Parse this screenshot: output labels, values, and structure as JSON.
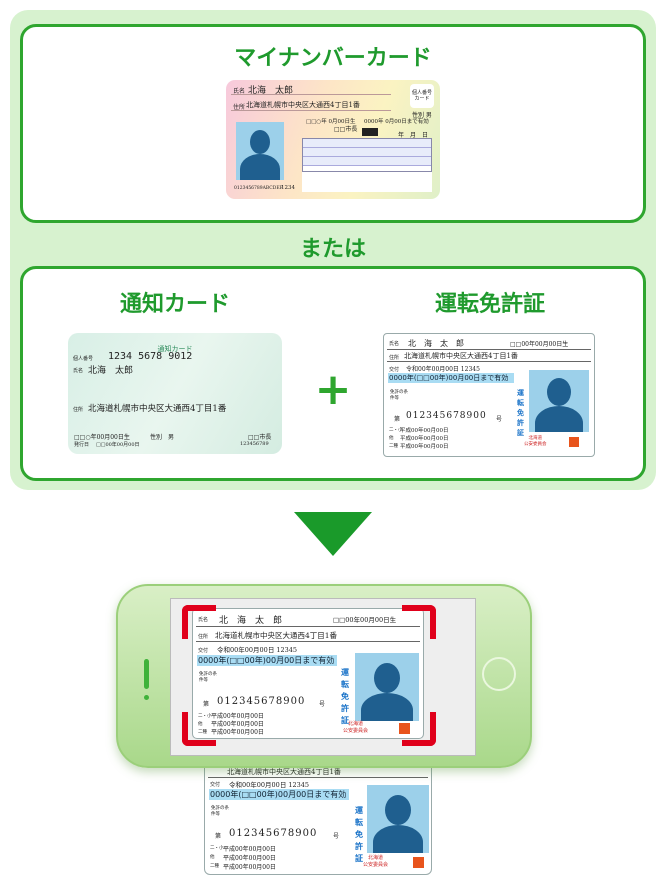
{
  "headings": {
    "mynumber": "マイナンバーカード",
    "or": "または",
    "notify": "通知カード",
    "license": "運転免許証",
    "plus": "+"
  },
  "mynumber_card": {
    "name_label": "氏名",
    "name": "北海　太郎",
    "addr_label": "住所",
    "address": "北海道札幌市中央区大通西4丁目1番",
    "birth": "□□○年 0月00日生",
    "valid": "0000年 0月00日まで有効",
    "sex": "性別 男",
    "city": "□□市長",
    "card_type": "個人番号\nカード",
    "ymd": "年　月　日",
    "code": "0123456789ABCDEF",
    "pin": "1234"
  },
  "notify_card": {
    "title": "通知カード",
    "num_label": "個人番号",
    "number": "1234  5678  9012",
    "name_label": "氏名",
    "name": "北海　太郎",
    "addr_label": "住所",
    "address": "北海道札幌市中央区大通西4丁目1番",
    "birth": "□□○年00月00日生",
    "sex_label": "性別",
    "sex": "男",
    "issue_label": "発行日",
    "issue": "□□00年00月00日",
    "city": "□□市長",
    "serial": "123456789"
  },
  "license_card": {
    "name_label": "氏名",
    "name": "北　海　太　郎",
    "birth": "□□00年00月00日生",
    "addr_label": "住所",
    "address": "北海道札幌市中央区大通西4丁目1番",
    "issue_label": "交付",
    "issue": "令和00年00月00日 12345",
    "valid": "0000年(□□00年)00月00日まで有効",
    "cond_label": "免許の条件等",
    "num_label": "第",
    "number": "012345678900",
    "num_suffix": "号",
    "side_text": "運転免許証",
    "authority": "北海道\n公安委員会",
    "hist1": "二・小",
    "hist2": "他",
    "hist3": "二種",
    "date1": "平成00年00月00日",
    "date2": "平成00年00月00日",
    "date3": "平成00年00月00日"
  },
  "colors": {
    "green": "#2fa62f",
    "heading": "#1f9a2d",
    "bg": "#d7f2cf",
    "phone": "#bfe0a6",
    "scan": "#e0001b",
    "arrow": "#1a9a2a"
  }
}
